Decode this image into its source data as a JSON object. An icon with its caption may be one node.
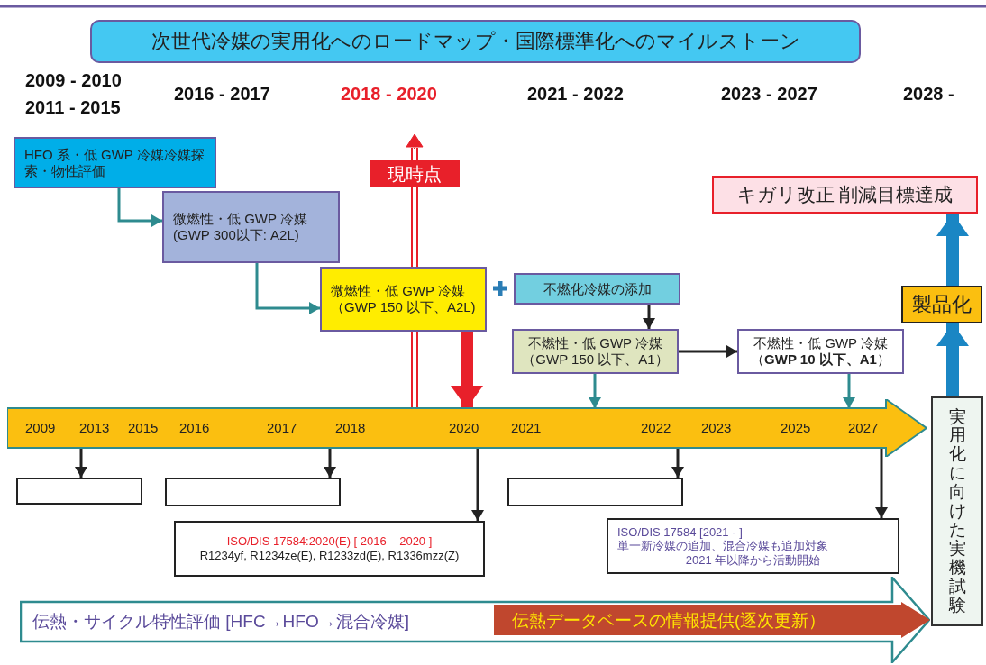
{
  "diagram": {
    "nodes": [
      {
        "text": [
          "次世代冷媒の実用化へのロードマップ・国際標準化へのマイルストーン"
        ]
      },
      {
        "text": [
          "HFO 系・低 GWP 冷媒冷媒探索・物性評価"
        ]
      },
      {
        "text": [
          "微燃性・低 GWP 冷媒(GWP 300以下: A2L)"
        ]
      },
      {
        "text": [
          "微燃性・低 GWP 冷媒（GWP 150 以下、A2L)"
        ]
      },
      {
        "text": [
          "不燃化冷媒の添加"
        ]
      },
      {
        "text": [
          "不燃性・低 GWP 冷媒（GWP 150 以下、A1）"
        ]
      },
      {
        "text": [
          "不燃性・低 GWP 冷媒（**GWP 10 以下、A1**）"
        ]
      },
      {
        "text": [
          "キガリ改正 削減目標達成"
        ]
      },
      {
        "text": [
          "製品化"
        ]
      },
      {
        "text": [
          "2009",
          "2013",
          "2015",
          "2016",
          "2017",
          "2018",
          "2020",
          "2021",
          "2022",
          "2023",
          "2025",
          "2027"
        ]
      },
      {
        "text": [
          "実用化に向けた実機試験"
        ]
      },
      {
        "text": [],
        "shape": "box"
      },
      {
        "text": [],
        "shape": "box"
      },
      {
        "text": [],
        "shape": "box"
      },
      {
        "text": [
          "ISO/DIS 17584:2020(E)  [ 2016 – 2020 ]",
          "R1234yf, R1234ze(E), R1233zd(E), R1336mzz(Z)"
        ]
      },
      {
        "text": [
          "ISO/DIS 17584 [2021 - ]",
          "単一新冷媒の追加、混合冷媒も追加対象",
          "2021 年以降から活動開始"
        ]
      },
      {
        "text": [
          "伝熱・サイクル特性評価 [HFC→HFO→混合冷媒]"
        ]
      },
      {
        "text": [
          "伝熱データベースの情報提供(逐次更新）"
        ],
        "in": 16
      }
    ],
    "edges": [
      {
        "from": 1,
        "to": 2,
        "arrow": "to",
        "color": "#2e8b8f"
      },
      {
        "from": 2,
        "to": 3,
        "arrow": "to",
        "color": "#2e8b8f"
      },
      {
        "from": 4,
        "to": 5,
        "arrow": "to"
      },
      {
        "from": 5,
        "to": 6,
        "arrow": "to"
      },
      {
        "from": 3,
        "to": 9,
        "arrow": "to",
        "style": "thick",
        "color": "#e8202a"
      },
      {
        "from": 5,
        "to": 9,
        "arrow": "to",
        "color": "#2e8b8f"
      },
      {
        "from": 6,
        "to": 9,
        "arrow": "to",
        "color": "#2e8b8f"
      },
      {
        "from": 9,
        "to": 11,
        "arrow": "to"
      },
      {
        "from": 9,
        "to": 12,
        "arrow": "to"
      },
      {
        "from": 9,
        "to": 14,
        "arrow": "to"
      },
      {
        "from": 9,
        "to": 13,
        "arrow": "to"
      },
      {
        "from": 9,
        "to": 15,
        "arrow": "to"
      },
      {
        "from": 10,
        "to": 8,
        "arrow": "to",
        "style": "thick",
        "color": "#1a86c4"
      },
      {
        "from": 8,
        "to": 7,
        "arrow": "to",
        "style": "thick",
        "color": "#1a86c4"
      },
      {
        "from": 9,
        "to": null,
        "arrow": "to",
        "label": "現時点",
        "color": "#e8202a"
      }
    ],
    "labels": [
      "2009 - 2010",
      "2011 - 2015",
      "2016 - 2017",
      "2018 - 2020",
      "2021 - 2022",
      "2023 - 2027",
      "2028 -"
    ]
  }
}
